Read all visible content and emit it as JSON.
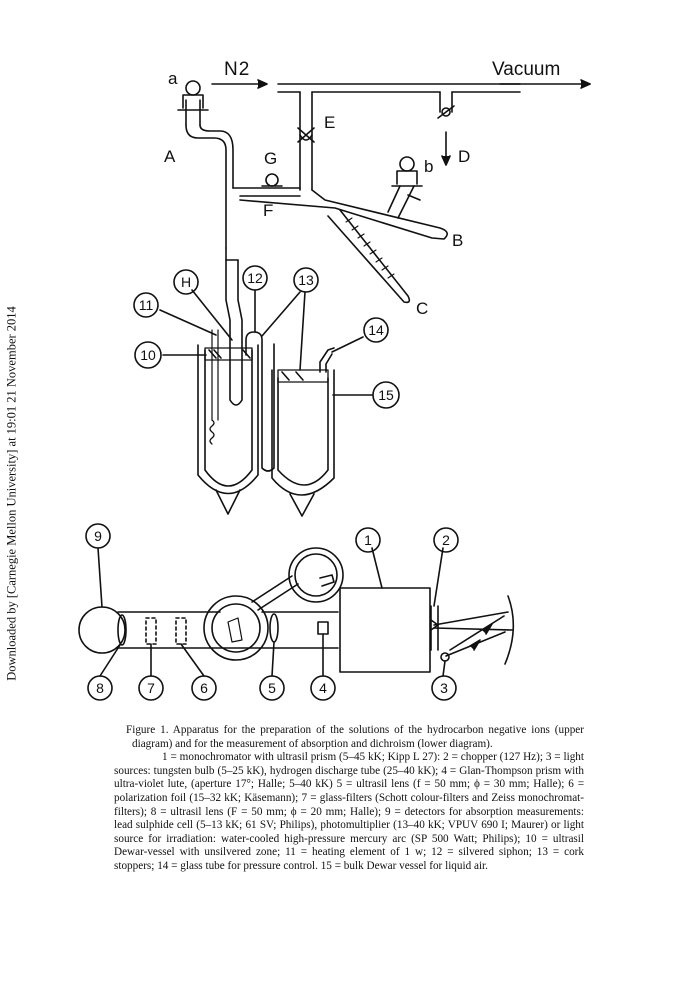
{
  "side_note": "Downloaded by [Carnegie Mellon University] at 19:01 21 November 2014",
  "upper_diagram": {
    "gas_label": "N",
    "gas_subscript": "2",
    "vacuum_label": "Vacuum",
    "letters": [
      "a",
      "A",
      "E",
      "G",
      "F",
      "b",
      "D",
      "B",
      "C",
      "H"
    ],
    "numbers": [
      "11",
      "12",
      "13",
      "14",
      "10",
      "15"
    ]
  },
  "lower_diagram": {
    "numbers": [
      "9",
      "1",
      "2",
      "8",
      "7",
      "6",
      "5",
      "4",
      "3"
    ]
  },
  "caption": {
    "title": "Figure 1.  Apparatus for the preparation of the solutions of the hydrocarbon negative ions (upper diagram) and for the measurement of absorption and dichroism (lower diagram).",
    "legend": "1 = monochromator with ultrasil prism (5–45 kK; Kipp L 27): 2 = chopper (127 Hz); 3 = light sources: tungsten bulb (5–25 kK), hydrogen discharge tube (25–40 kK); 4 = Glan-Thompson prism with ultra-violet lute, (aperture 17°; Halle; 5–40 kK) 5 = ultrasil lens (f = 50 mm; ϕ = 30 mm; Halle); 6 = polarization foil (15–32 kK; Käsemann); 7 = glass-filters (Schott colour-filters and Zeiss monochromat-filters); 8 = ultrasil lens (F = 50 mm; ϕ = 20 mm; Halle); 9 = detectors for absorption measurements: lead sulphide cell (5–13 kK; 61 SV; Philips), photomultiplier (13–40 kK; VPUV 690 I; Maurer) or light source for irradiation: water-cooled high-pressure mercury arc (SP 500 Watt; Philips); 10 = ultrasil Dewar-vessel with unsilvered zone; 11 = heating element of 1 w; 12 = silvered siphon; 13 = cork stoppers; 14 = glass tube for pressure control. 15 = bulk Dewar vessel for liquid air."
  }
}
